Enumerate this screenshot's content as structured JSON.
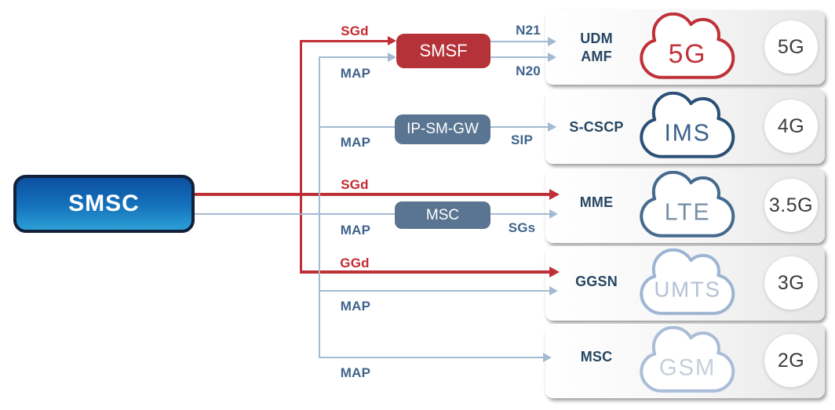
{
  "smsc": {
    "label": "SMSC"
  },
  "middle_nodes": {
    "smsf": "SMSF",
    "ip_sm_gw": "IP-SM-GW",
    "msc": "MSC"
  },
  "protocol_labels": {
    "sgd_to_smsf": "SGd",
    "map_to_smsf": "MAP",
    "n21": "N21",
    "n20": "N20",
    "map_to_ipsmgw": "MAP",
    "sip": "SIP",
    "sgd_to_mme": "SGd",
    "map_to_msc": "MAP",
    "sgs": "SGs",
    "ggd_to_ggsn": "GGd",
    "map_to_ggsn": "MAP",
    "map_to_msc_2g": "MAP"
  },
  "rows": [
    {
      "nodes": [
        "UDM",
        "AMF"
      ],
      "cloud_label": "5G",
      "gen_label": "5G",
      "cloud_color": "#bf3138",
      "cloud_text_color": "#c0343c"
    },
    {
      "nodes": [
        "S-CSCP"
      ],
      "cloud_label": "IMS",
      "gen_label": "4G",
      "cloud_color": "#2a5076",
      "cloud_text_color": "#3c608a"
    },
    {
      "nodes": [
        "MME"
      ],
      "cloud_label": "LTE",
      "gen_label": "3.5G",
      "cloud_color": "#466a8e",
      "cloud_text_color": "#7790a9"
    },
    {
      "nodes": [
        "GGSN"
      ],
      "cloud_label": "UMTS",
      "gen_label": "3G",
      "cloud_color": "#9db5d3",
      "cloud_text_color": "#b4c1d6"
    },
    {
      "nodes": [
        "MSC"
      ],
      "cloud_label": "GSM",
      "gen_label": "2G",
      "cloud_color": "#aabdd8",
      "cloud_text_color": "#c7ced9"
    }
  ],
  "colors": {
    "red_line": "#bf3036",
    "red_box": "#b53238",
    "red_label": "#c32b31",
    "blue_line": "#a3bad2",
    "blue_label": "#3f638c",
    "node_label_dark": "#274663",
    "slate_box": "#5a7591",
    "smsc_gradient_top": "#0b4fa0",
    "smsc_gradient_bottom": "#2ba0d6",
    "smsc_border": "#12203c",
    "panel_bg_left": "#ffffff",
    "panel_bg_right": "#e7e7e7"
  }
}
